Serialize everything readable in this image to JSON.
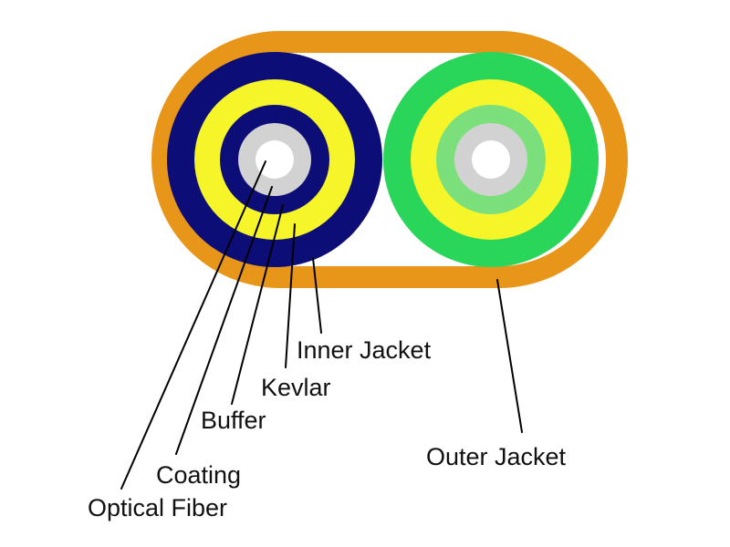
{
  "labels": {
    "inner_jacket": "Inner Jacket",
    "kevlar": "Kevlar",
    "buffer": "Buffer",
    "coating": "Coating",
    "optical_fiber": "Optical Fiber",
    "outer_jacket": "Outer Jacket"
  },
  "colors": {
    "outer_jacket": "#e8961a",
    "cable_interior": "#ffffff",
    "left_inner_jacket": "#0d0d78",
    "left_kevlar": "#f5f52a",
    "left_buffer": "#0d0d78",
    "green_inner_jacket": "#2ad65a",
    "green_kevlar": "#f5f52a",
    "green_buffer": "#7be07b",
    "coating": "#d2d2d2",
    "optical_fiber": "#ffffff",
    "leader_line": "#000000"
  }
}
